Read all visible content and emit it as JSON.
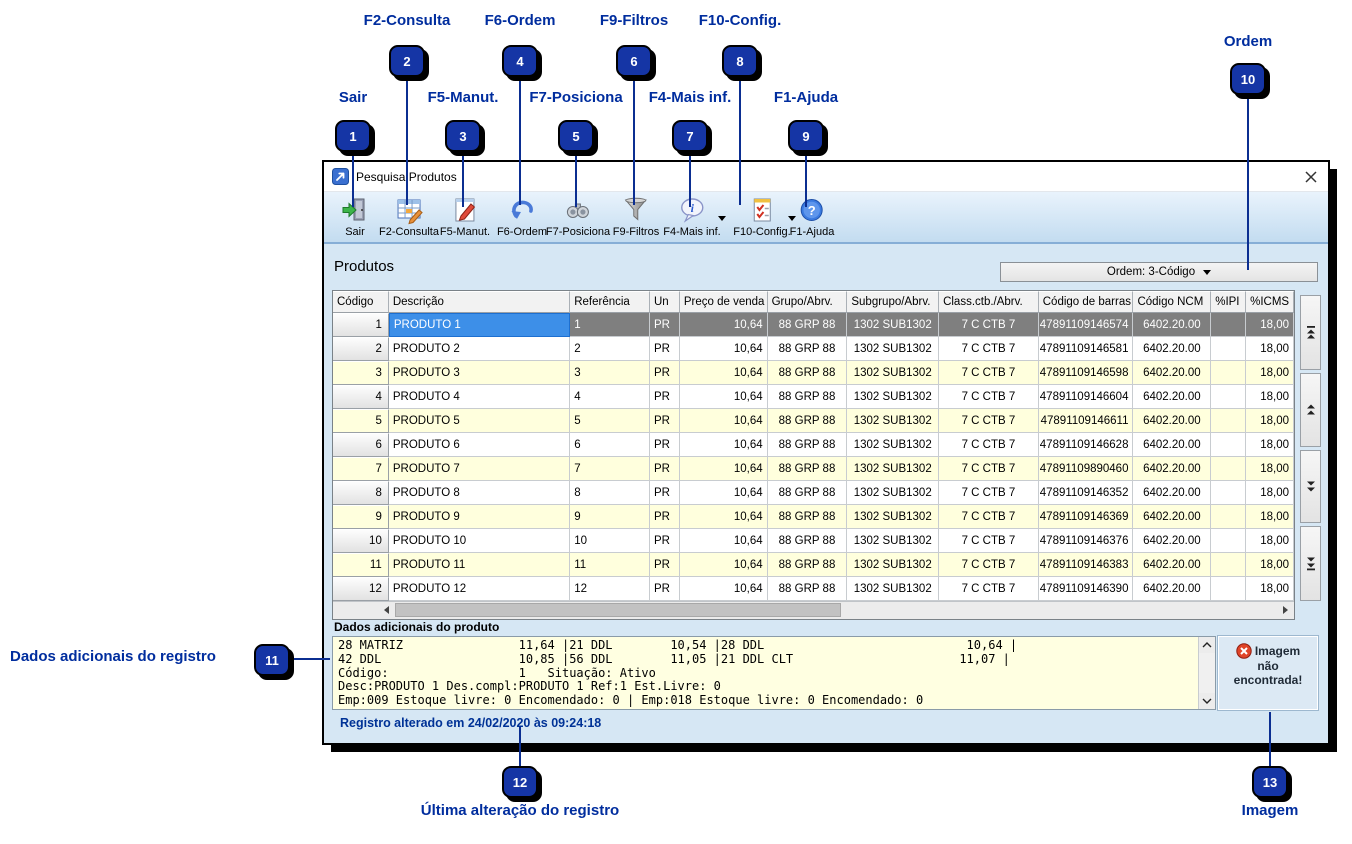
{
  "callouts": {
    "c1": {
      "num": "1",
      "label": "Sair"
    },
    "c2": {
      "num": "2",
      "label": "F2-Consulta"
    },
    "c3": {
      "num": "3",
      "label": "F5-Manut."
    },
    "c4": {
      "num": "4",
      "label": "F6-Ordem"
    },
    "c5": {
      "num": "5",
      "label": "F7-Posiciona"
    },
    "c6": {
      "num": "6",
      "label": "F9-Filtros"
    },
    "c7": {
      "num": "7",
      "label": "F4-Mais inf."
    },
    "c8": {
      "num": "8",
      "label": "F10-Config."
    },
    "c9": {
      "num": "9",
      "label": "F1-Ajuda"
    },
    "c10": {
      "num": "10",
      "label": "Ordem"
    },
    "c11": {
      "num": "11",
      "label": "Dados adicionais do registro"
    },
    "c12": {
      "num": "12",
      "label": "Última alteração do registro"
    },
    "c13": {
      "num": "13",
      "label": "Imagem"
    }
  },
  "window": {
    "title": "Pesquisa Produtos",
    "toolbar": {
      "buttons": {
        "sair": "Sair",
        "consulta": "F2-Consulta",
        "manut": "F5-Manut.",
        "ordem": "F6-Ordem",
        "posiciona": "F7-Posiciona",
        "filtros": "F9-Filtros",
        "maisinf": "F4-Mais inf.",
        "config": "F10-Config.",
        "ajuda": "F1-Ajuda"
      }
    },
    "section_title": "Produtos",
    "order_selector": "Ordem: 3-Código",
    "table": {
      "columns": [
        "Código",
        "Descrição",
        "Referência",
        "Un",
        "Preço de venda",
        "Grupo/Abrv.",
        "Subgrupo/Abrv.",
        "Class.ctb./Abrv.",
        "Código de barras",
        "Código NCM",
        "%IPI",
        "%ICMS"
      ],
      "selected_row_index": 0,
      "rows": [
        [
          "1",
          "PRODUTO 1",
          "1",
          "PR",
          "10,64",
          "88 GRP 88",
          "1302 SUB1302",
          "7 C CTB 7",
          "47891109146574",
          "6402.20.00",
          "",
          "18,00"
        ],
        [
          "2",
          "PRODUTO 2",
          "2",
          "PR",
          "10,64",
          "88 GRP 88",
          "1302 SUB1302",
          "7 C CTB 7",
          "47891109146581",
          "6402.20.00",
          "",
          "18,00"
        ],
        [
          "3",
          "PRODUTO 3",
          "3",
          "PR",
          "10,64",
          "88 GRP 88",
          "1302 SUB1302",
          "7 C CTB 7",
          "47891109146598",
          "6402.20.00",
          "",
          "18,00"
        ],
        [
          "4",
          "PRODUTO 4",
          "4",
          "PR",
          "10,64",
          "88 GRP 88",
          "1302 SUB1302",
          "7 C CTB 7",
          "47891109146604",
          "6402.20.00",
          "",
          "18,00"
        ],
        [
          "5",
          "PRODUTO 5",
          "5",
          "PR",
          "10,64",
          "88 GRP 88",
          "1302 SUB1302",
          "7 C CTB 7",
          "47891109146611",
          "6402.20.00",
          "",
          "18,00"
        ],
        [
          "6",
          "PRODUTO 6",
          "6",
          "PR",
          "10,64",
          "88 GRP 88",
          "1302 SUB1302",
          "7 C CTB 7",
          "47891109146628",
          "6402.20.00",
          "",
          "18,00"
        ],
        [
          "7",
          "PRODUTO 7",
          "7",
          "PR",
          "10,64",
          "88 GRP 88",
          "1302 SUB1302",
          "7 C CTB 7",
          "47891109890460",
          "6402.20.00",
          "",
          "18,00"
        ],
        [
          "8",
          "PRODUTO 8",
          "8",
          "PR",
          "10,64",
          "88 GRP 88",
          "1302 SUB1302",
          "7 C CTB 7",
          "47891109146352",
          "6402.20.00",
          "",
          "18,00"
        ],
        [
          "9",
          "PRODUTO 9",
          "9",
          "PR",
          "10,64",
          "88 GRP 88",
          "1302 SUB1302",
          "7 C CTB 7",
          "47891109146369",
          "6402.20.00",
          "",
          "18,00"
        ],
        [
          "10",
          "PRODUTO 10",
          "10",
          "PR",
          "10,64",
          "88 GRP 88",
          "1302 SUB1302",
          "7 C CTB 7",
          "47891109146376",
          "6402.20.00",
          "",
          "18,00"
        ],
        [
          "11",
          "PRODUTO 11",
          "11",
          "PR",
          "10,64",
          "88 GRP 88",
          "1302 SUB1302",
          "7 C CTB 7",
          "47891109146383",
          "6402.20.00",
          "",
          "18,00"
        ],
        [
          "12",
          "PRODUTO 12",
          "12",
          "PR",
          "10,64",
          "88 GRP 88",
          "1302 SUB1302",
          "7 C CTB 7",
          "47891109146390",
          "6402.20.00",
          "",
          "18,00"
        ]
      ]
    },
    "details": {
      "title": "Dados adicionais do produto",
      "lines": [
        "28 MATRIZ                11,64 |21 DDL        10,54 |28 DDL                            10,64 |",
        "42 DDL                   10,85 |56 DDL        11,05 |21 DDL CLT                       11,07 |",
        "Código:                  1   Situação: Ativo",
        "Desc:PRODUTO 1 Des.compl:PRODUTO 1 Ref:1 Est.Livre: 0",
        "Emp:009 Estoque livre: 0 Encomendado: 0 | Emp:018 Estoque livre: 0 Encomendado: 0"
      ]
    },
    "image_panel": {
      "text_lines": [
        "Imagem",
        "não",
        "encontrada!"
      ]
    },
    "status_bar": "Registro alterado em 24/02/2020 às 09:24:18"
  },
  "colors": {
    "annotation_navy": "#002d9e",
    "badge_blue": "#1535a5",
    "selected_row_gray": "#7f7f7f",
    "selected_cell_blue": "#3d8fe8",
    "alt_row_yellow": "#ffffdd",
    "window_bg": "#d6e7f4"
  }
}
